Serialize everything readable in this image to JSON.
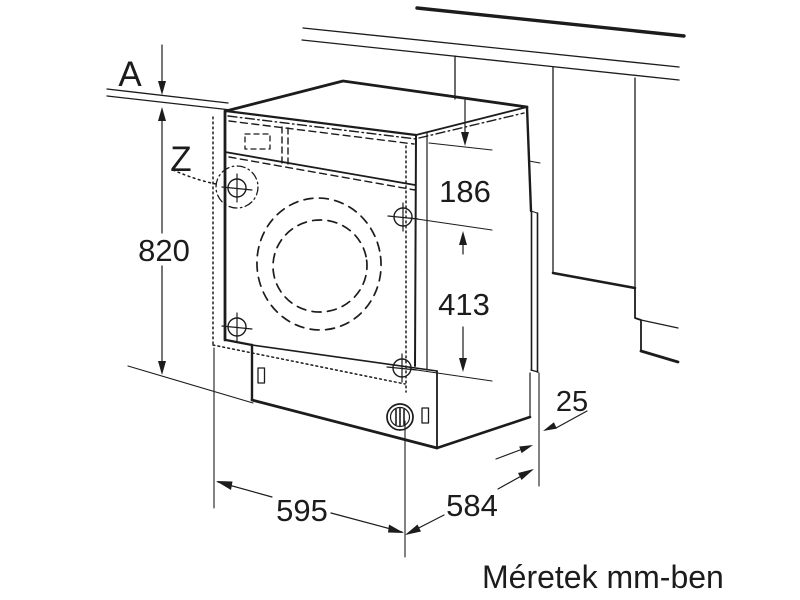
{
  "diagram": {
    "caption": "Méretek mm-ben",
    "labels": {
      "niche_gap": "A",
      "detail_ref": "Z",
      "height": "820",
      "top_offset": "186",
      "hole_spacing": "413",
      "rear_gap": "25",
      "width": "595",
      "depth": "584"
    },
    "colors": {
      "line": "#1c1c1c",
      "background": "#ffffff"
    }
  }
}
